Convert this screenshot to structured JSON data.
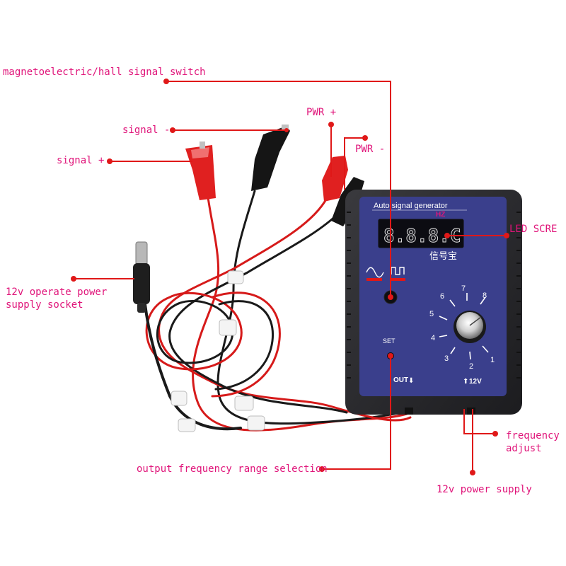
{
  "callouts": {
    "hall_switch": "magnetoelectric/hall signal switch",
    "signal_minus": "signal -",
    "signal_plus": "signal +",
    "pwr_plus": "PWR +",
    "pwr_minus": "PWR -",
    "led_screen": "LED SCRE",
    "power_socket_line1": "12v operate power",
    "power_socket_line2": "supply socket",
    "freq_range": "output frequency range selection",
    "freq_adjust_line1": "frequency",
    "freq_adjust_line2": "adjust",
    "power_supply": "12v power supply"
  },
  "device": {
    "title": "Auto signal generator",
    "unit": "HZ",
    "display_digits": "8.8.8.C",
    "chinese_name": "信号宝",
    "set_label": "SET",
    "out_label": "OUT",
    "power_label": "12V",
    "dial_numbers": [
      "1",
      "2",
      "3",
      "4",
      "5",
      "6",
      "7",
      "8"
    ]
  },
  "colors": {
    "callout": "#e0157a",
    "leader_line": "#e01818",
    "panel": "#3a3f8c",
    "case": "#2b2b2e",
    "wire_red": "#d61a1a",
    "wire_black": "#1a1a1a"
  }
}
